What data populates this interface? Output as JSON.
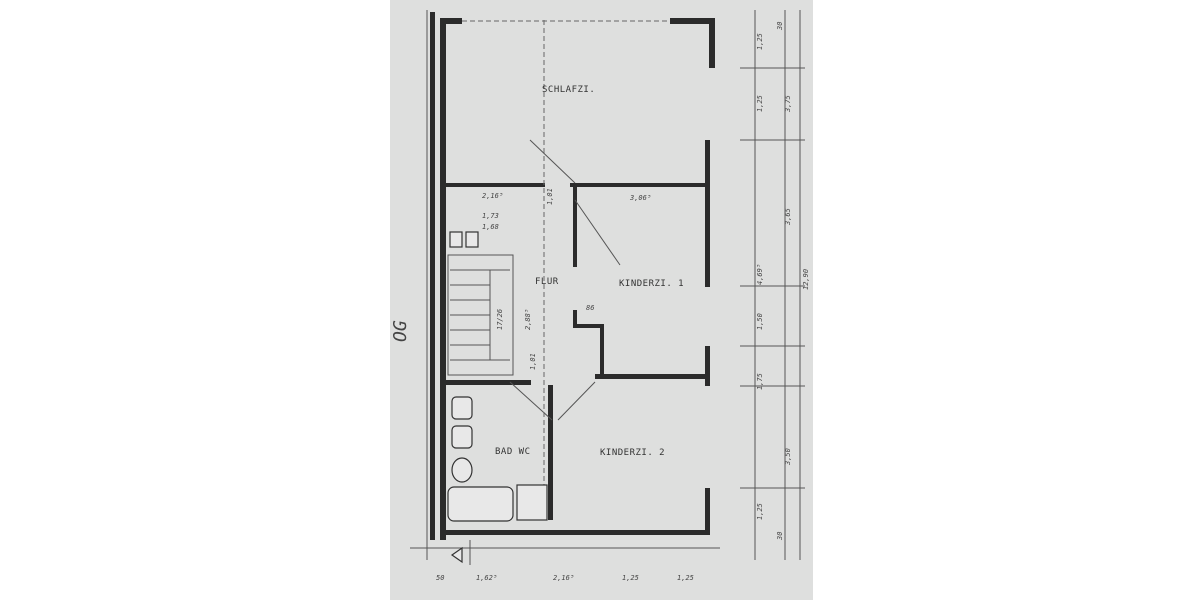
{
  "floor_label": "OG",
  "rooms": {
    "schlafzi": "SCHLAFZI.",
    "flur": "FLUR",
    "kinderzi1": "KINDERZI. 1",
    "kinderzi2": "KINDERZI. 2",
    "bad": "BAD WC"
  },
  "right_dims": {
    "r1": "1,25",
    "r2": "1,25",
    "r3": "3,75",
    "r4": "3,65",
    "r5": "4,69⁵",
    "r6": "1,50",
    "r7": "1,75",
    "r8": "3,50",
    "r9": "1,25",
    "total": "12,90",
    "small1": "30",
    "small2": "30"
  },
  "bottom_dims": {
    "b1": "50",
    "b2": "1,62⁵",
    "b3": "2,16⁵",
    "b4": "1,25",
    "b5": "1,25"
  },
  "interior_dims": {
    "d1": "2,16⁵",
    "d2": "1,73",
    "d3": "1,68",
    "d4": "3,06⁵",
    "d5": "2,88⁵",
    "d6": "17/26",
    "d7": "1,01",
    "d8": "86",
    "d9": "1,01"
  }
}
